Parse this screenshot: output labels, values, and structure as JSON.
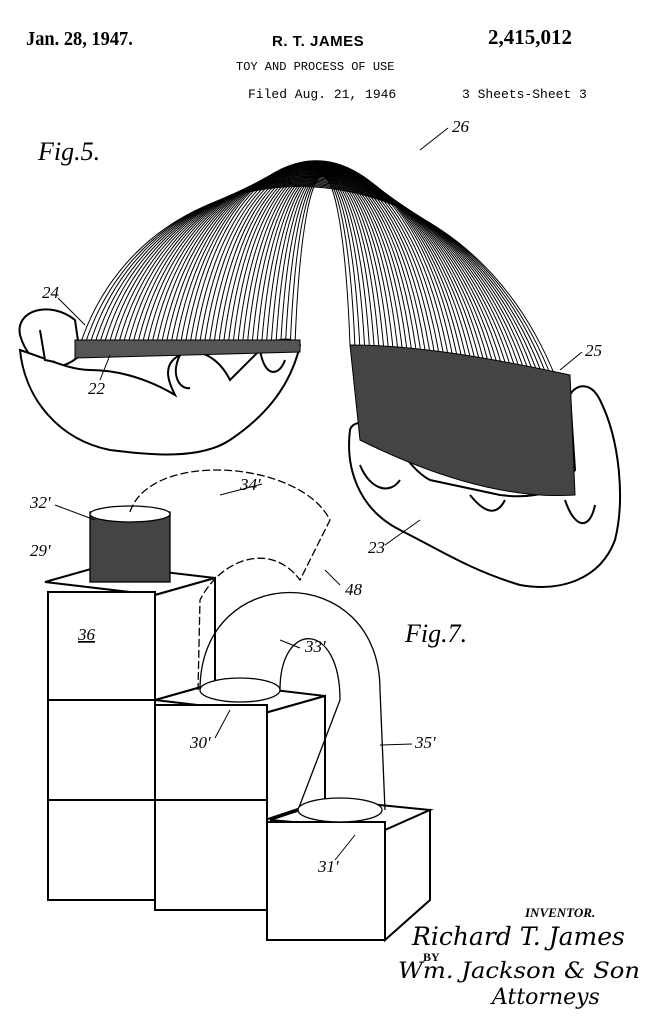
{
  "header": {
    "date": "Jan. 28, 1947.",
    "inventor_header": "R. T. JAMES",
    "patent_number": "2,415,012",
    "title": "TOY AND PROCESS OF USE",
    "filed": "Filed Aug. 21, 1946",
    "sheets": "3 Sheets-Sheet 3"
  },
  "figures": {
    "fig5": {
      "label": "Fig.5.",
      "refs": {
        "r26": "26",
        "r24": "24",
        "r22": "22",
        "r25": "25",
        "r23": "23"
      }
    },
    "fig7": {
      "label": "Fig.7.",
      "refs": {
        "r32": "32'",
        "r29": "29'",
        "r34": "34'",
        "r36": "36",
        "r48": "48",
        "r33": "33'",
        "r30": "30'",
        "r35": "35'",
        "r31": "31'"
      }
    }
  },
  "signature": {
    "inventor_label": "INVENTOR.",
    "inventor_name": "Richard T. James",
    "by": "BY",
    "attorney_signature": "Wm. Jackson & Son",
    "attorneys": "Attorneys"
  }
}
